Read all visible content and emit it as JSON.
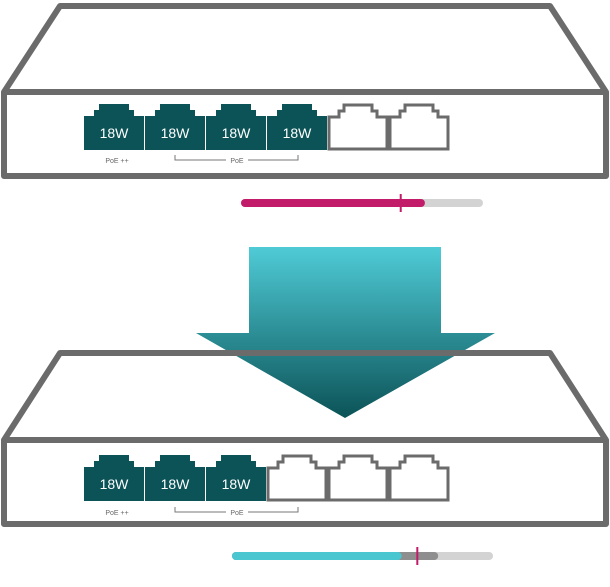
{
  "colors": {
    "outline": "#6b6b6b",
    "port_active": "#0b5357",
    "port_empty": "#ffffff",
    "bar_track": "#d3d3d3",
    "bar_top_fill": "#c21b6a",
    "bar_bottom_fill": "#49c6d0",
    "bar_bottom_overlap": "#8e8e8e",
    "arrow_top": "#4fcbd6",
    "arrow_bottom": "#0b5357"
  },
  "top_switch": {
    "ports": [
      {
        "label": "18W",
        "active": true
      },
      {
        "label": "18W",
        "active": true
      },
      {
        "label": "18W",
        "active": true
      },
      {
        "label": "18W",
        "active": true
      },
      {
        "label": "",
        "active": false
      },
      {
        "label": "",
        "active": false
      }
    ],
    "label_poe_plus": "PoE ++",
    "label_poe": "PoE"
  },
  "top_power": {
    "fill_fraction": 0.76,
    "marker_fraction": 0.66,
    "color": "#c21b6a"
  },
  "arrow": {
    "icon": "down-arrow-icon"
  },
  "bottom_switch": {
    "ports": [
      {
        "label": "18W",
        "active": true
      },
      {
        "label": "18W",
        "active": true
      },
      {
        "label": "18W",
        "active": true
      },
      {
        "label": "",
        "active": false
      },
      {
        "label": "",
        "active": false
      },
      {
        "label": "",
        "active": false
      }
    ],
    "label_poe_plus": "PoE ++",
    "label_poe": "PoE"
  },
  "bottom_power": {
    "fill_fraction": 0.65,
    "overlap_fraction": 0.79,
    "marker_fraction": 0.71,
    "color": "#49c6d0"
  }
}
